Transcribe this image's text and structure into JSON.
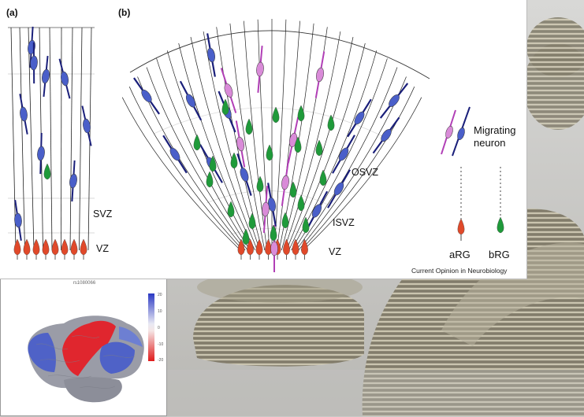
{
  "panel_a": {
    "label": "(a)",
    "zones": {
      "svz": "SVZ",
      "vz": "VZ"
    }
  },
  "panel_b": {
    "label": "(b)",
    "zones": {
      "osvz": "OSVZ",
      "isvz": "ISVZ",
      "vz": "VZ"
    }
  },
  "legend": {
    "migrating_neuron_line1": "Migrating",
    "migrating_neuron_line2": "neuron",
    "arg": "aRG",
    "brg": "bRG"
  },
  "credit": "Current Opinion in Neurobiology",
  "brain_inset": {
    "title": "rs1080066",
    "colorbar_labels": [
      "20",
      "10",
      "0",
      "-10",
      "-20"
    ]
  },
  "colors": {
    "neuron_blue": "#4a5fc9",
    "process_navy": "#1a1f7a",
    "migrating_magenta": "#b13fb6",
    "brg_green": "#1f9a3a",
    "arg_red": "#e0492a",
    "brain_red": "#e0262e",
    "brain_blue": "#4f62c7"
  }
}
